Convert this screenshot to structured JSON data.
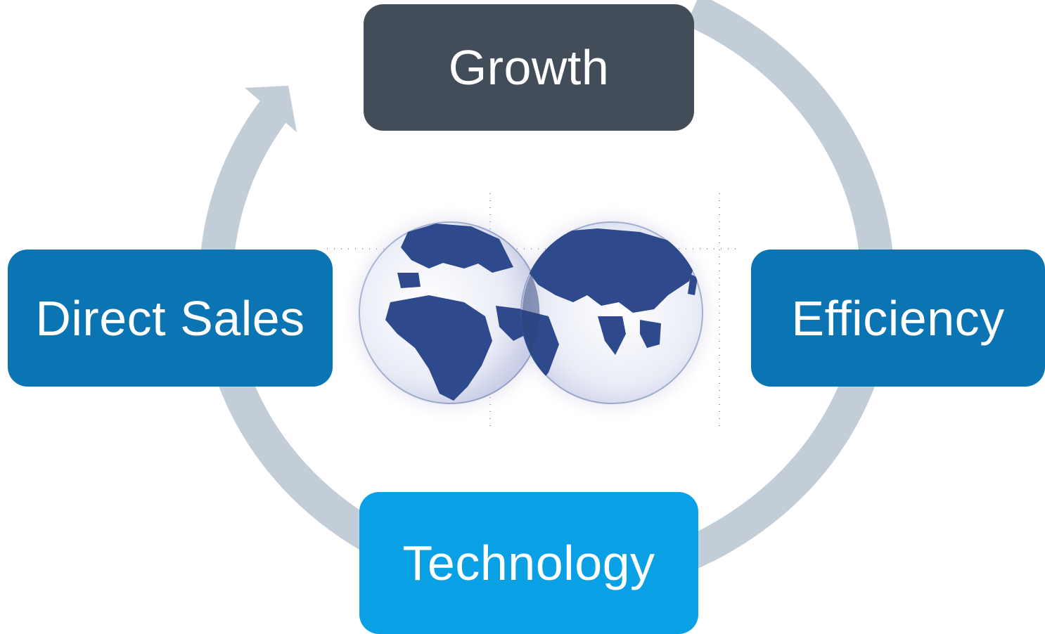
{
  "diagram": {
    "nodes": [
      {
        "id": "growth",
        "label": "Growth",
        "color": "#434d59"
      },
      {
        "id": "direct-sales",
        "label": "Direct Sales",
        "color": "#0b74b3"
      },
      {
        "id": "efficiency",
        "label": "Efficiency",
        "color": "#0b74b3"
      },
      {
        "id": "technology",
        "label": "Technology",
        "color": "#0aa0e6"
      }
    ],
    "ring_color": "#c3cdd8",
    "cycle_direction": "clockwise",
    "center_image": "twin-globes"
  }
}
